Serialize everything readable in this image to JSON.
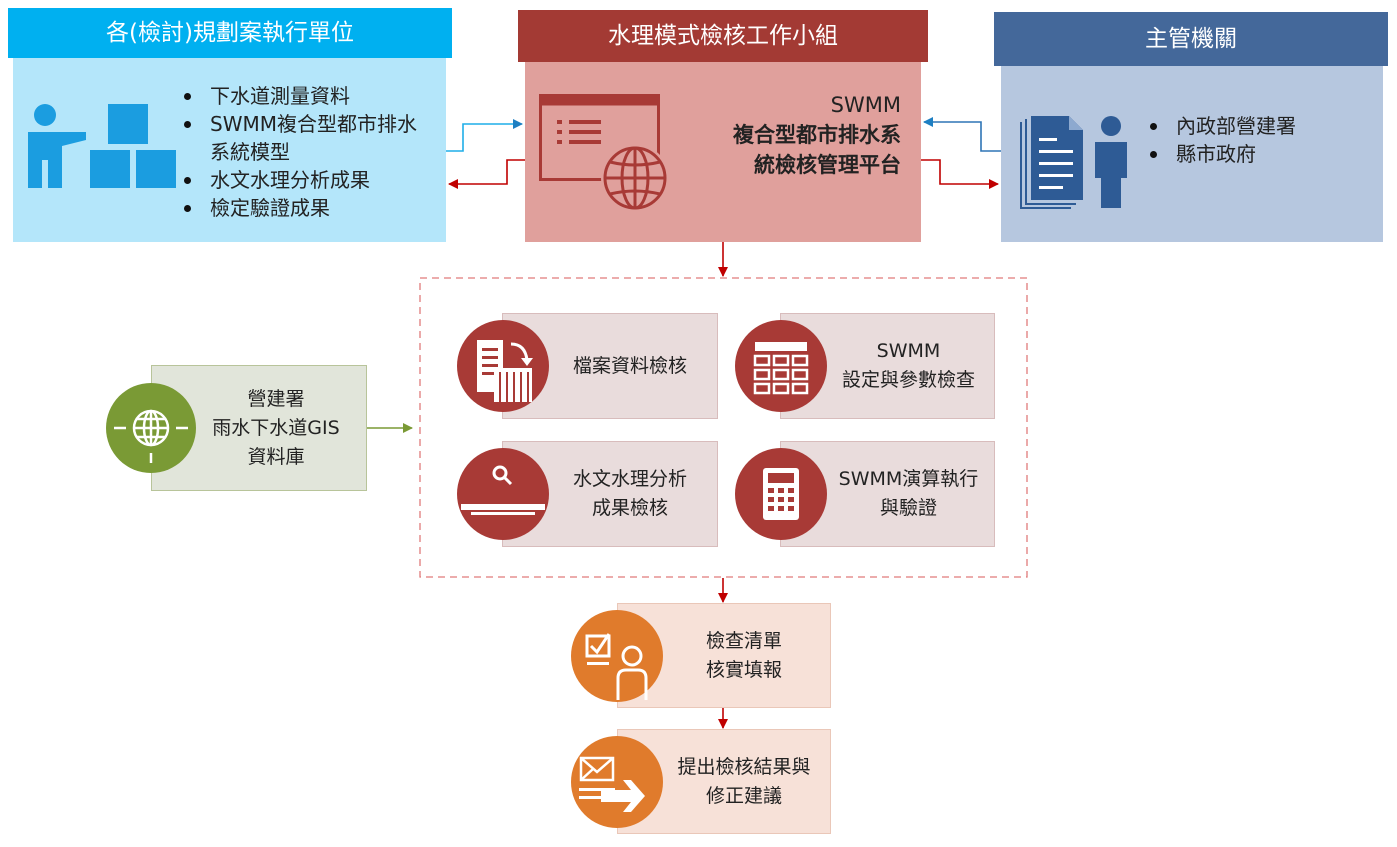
{
  "units": {
    "title": "各(檢討)規劃案執行單位",
    "items": [
      "下水道測量資料",
      "SWMM複合型都市排水系統模型",
      "水文水理分析成果",
      "檢定驗證成果"
    ]
  },
  "workgroup": {
    "title": "水理模式檢核工作小組",
    "platform_line1": "SWMM",
    "platform_line2": "複合型都市排水系",
    "platform_line3": "統檢核管理平台"
  },
  "authority": {
    "title": "主管機關",
    "items": [
      "內政部營建署",
      "縣市政府"
    ]
  },
  "gis": {
    "line1": "營建署",
    "line2": "雨水下水道GIS",
    "line3": "資料庫"
  },
  "checks": {
    "file_check": "檔案資料檢核",
    "param_line1": "SWMM",
    "param_line2": "設定與參數檢查",
    "hydro_line1": "水文水理分析",
    "hydro_line2": "成果檢核",
    "exec_line1": "SWMM演算執行",
    "exec_line2": "與驗證"
  },
  "checklist": {
    "line1": "檢查清單",
    "line2": "核實填報"
  },
  "result": {
    "line1": "提出檢核結果與",
    "line2": "修正建議"
  },
  "colors": {
    "cyan_header": "#00b0f0",
    "cyan_panel": "#b4e6fa",
    "red_header": "#a33a34",
    "red_panel": "#e0a09c",
    "blue_header": "#44689a",
    "blue_panel": "#b6c7df",
    "maroon": "#a83a36",
    "card_bg": "#e9dcdc",
    "olive": "#7a9a35",
    "gis_bg": "#e1e5da",
    "orange": "#e07b2c",
    "orange_card": "#f7e1d8"
  }
}
